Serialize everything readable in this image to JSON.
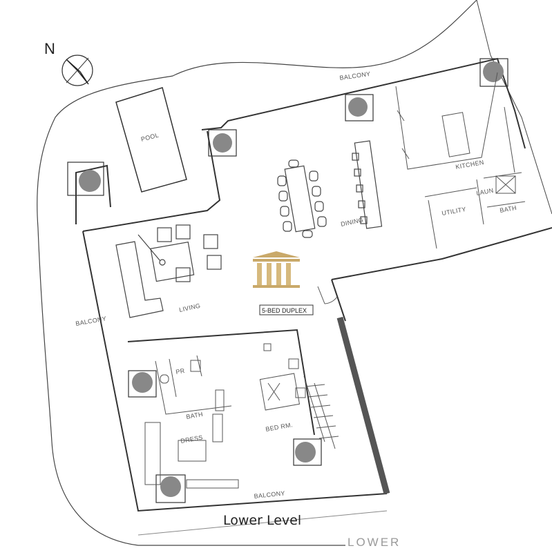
{
  "compass": {
    "label": "N"
  },
  "rooms": {
    "balcony_top": "BALCONY",
    "pool": "POOL",
    "kitchen": "KITCHEN",
    "laundry": "LAUN",
    "utility": "UTILITY",
    "bath_upper": "BATH",
    "dining": "DINING",
    "living": "LIVING",
    "balcony_left": "BALCONY",
    "powder_room": "PR",
    "bath_lower": "BATH",
    "dress": "DRESS",
    "bedroom": "BED RM.",
    "balcony_bottom": "BALCONY"
  },
  "tag": "5-BED DUPLEX",
  "logo": {
    "color": "#c9a96a"
  },
  "caption": "Lower Level",
  "footer_text": "LOWER"
}
